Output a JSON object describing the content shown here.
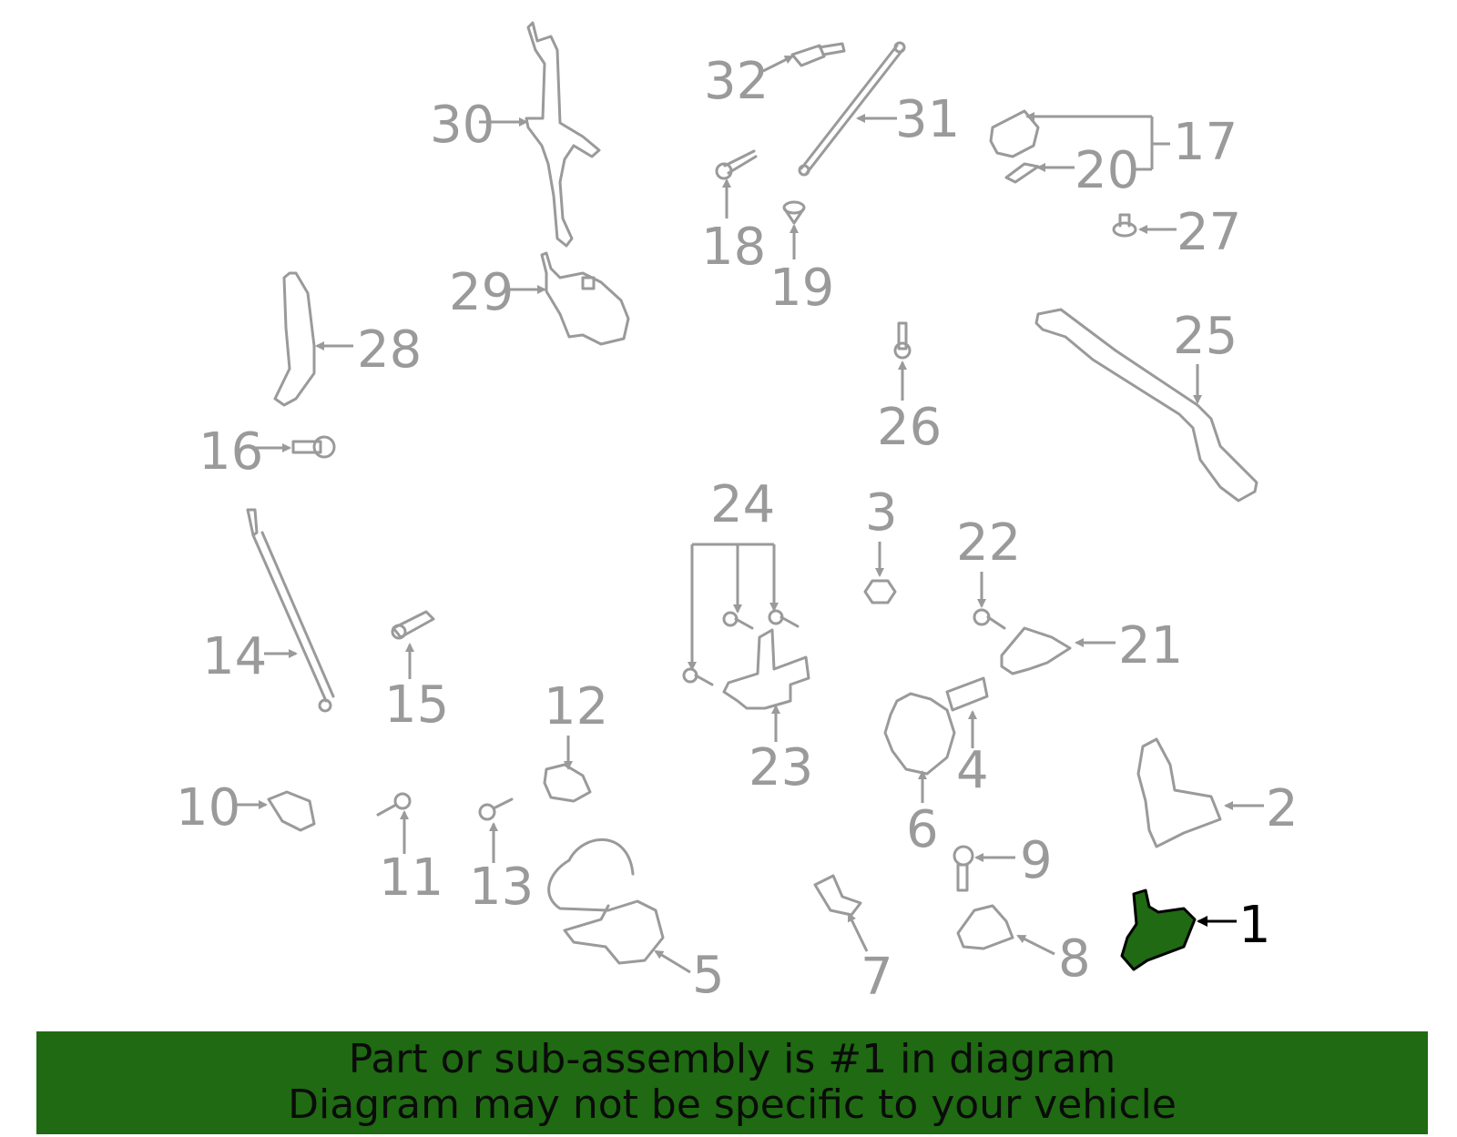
{
  "diagram": {
    "highlighted_part": "1",
    "highlight_color": "#1f6a12",
    "line_color": "#9a9a9a",
    "callouts": [
      "32",
      "31",
      "30",
      "17",
      "20",
      "18",
      "19",
      "27",
      "29",
      "28",
      "25",
      "26",
      "16",
      "24",
      "3",
      "22",
      "14",
      "15",
      "21",
      "23",
      "4",
      "12",
      "6",
      "10",
      "11",
      "13",
      "2",
      "9",
      "1",
      "5",
      "7",
      "8"
    ]
  },
  "banner": {
    "line1": "Part or sub-assembly is #1 in diagram",
    "line2": "Diagram may not be specific to your vehicle",
    "background": "#1f6a12"
  }
}
